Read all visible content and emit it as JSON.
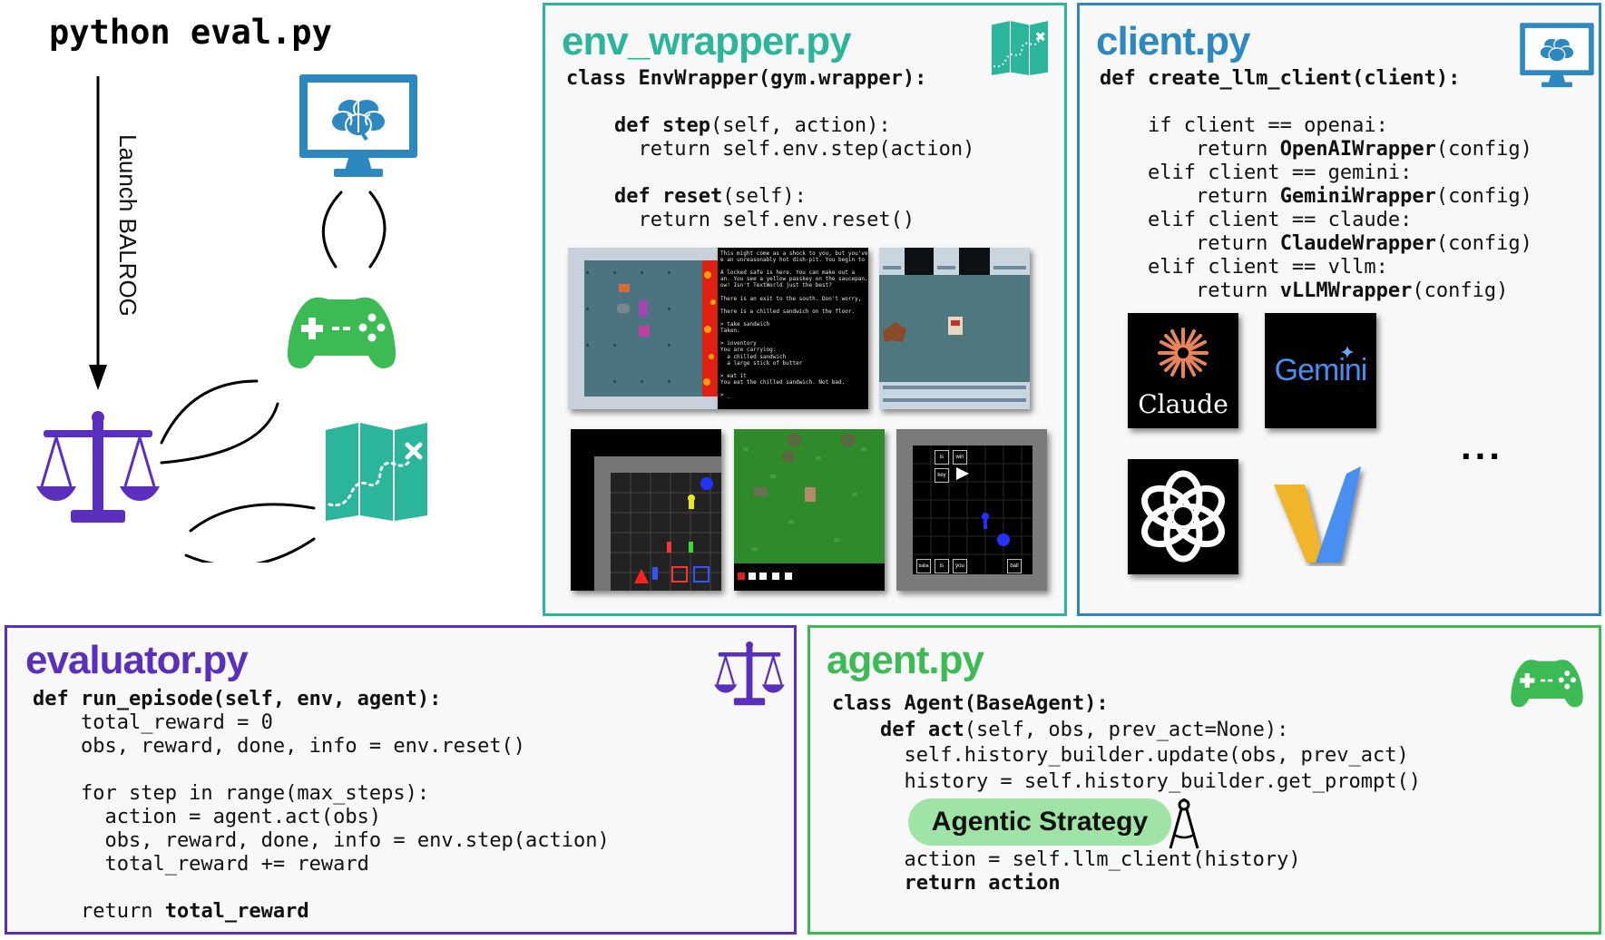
{
  "command": "python eval.py",
  "arrow_label": "Launch BALROG",
  "env_panel": {
    "title": "env_wrapper.py",
    "code": [
      [
        [
          "class EnvWrapper(gym.wrapper):",
          true
        ]
      ],
      [
        [
          "",
          false
        ]
      ],
      [
        [
          "    ",
          false
        ],
        [
          "def step",
          true
        ],
        [
          "(self, action):",
          false
        ]
      ],
      [
        [
          "      return self.env.step(action)",
          false
        ]
      ],
      [
        [
          "",
          false
        ]
      ],
      [
        [
          "    ",
          false
        ],
        [
          "def reset",
          true
        ],
        [
          "(self):",
          false
        ]
      ],
      [
        [
          "      return self.env.reset()",
          false
        ]
      ]
    ],
    "text_game_lines": [
      "This might come as a shock to you, but you've",
      "e an unreasonably hot dish-pit. You begin to",
      "",
      "A locked safe is here. You can make out a",
      "an. You see a yellow passkey on the saucepan.",
      "ow! Isn't TextWorld just the best?",
      "",
      "There is an exit to the south. Don't worry,",
      "",
      "There is a chilled sandwich on the floor.",
      "",
      "> take sandwich",
      "Taken.",
      "",
      "> inventory",
      "You are carrying:",
      "  a chilled sandwich",
      "  a large stick of butter",
      "",
      "> eat it",
      "You eat the chilled sandwich. Not bad.",
      "",
      "> _"
    ],
    "babaisyou_words": [
      "is",
      "win",
      "key",
      "baba",
      "is",
      "you",
      "ball"
    ]
  },
  "client_panel": {
    "title": "client.py",
    "code": [
      [
        [
          "def create_llm_client(client):",
          true
        ]
      ],
      [
        [
          "",
          false
        ]
      ],
      [
        [
          "    if client == openai:",
          false
        ]
      ],
      [
        [
          "        return ",
          false
        ],
        [
          "OpenAIWrapper",
          true
        ],
        [
          "(config)",
          false
        ]
      ],
      [
        [
          "    elif client == gemini:",
          false
        ]
      ],
      [
        [
          "        return ",
          false
        ],
        [
          "GeminiWrapper",
          true
        ],
        [
          "(config)",
          false
        ]
      ],
      [
        [
          "    elif client == claude:",
          false
        ]
      ],
      [
        [
          "        return ",
          false
        ],
        [
          "ClaudeWrapper",
          true
        ],
        [
          "(config)",
          false
        ]
      ],
      [
        [
          "    elif client == vllm:",
          false
        ]
      ],
      [
        [
          "        return ",
          false
        ],
        [
          "vLLMWrapper",
          true
        ],
        [
          "(config)",
          false
        ]
      ]
    ],
    "logos": {
      "claude": "Claude",
      "gemini": "Gemini"
    },
    "ellipsis": "..."
  },
  "evaluator_panel": {
    "title": "evaluator.py",
    "code": [
      [
        [
          "def run_episode(self, env, agent):",
          true
        ]
      ],
      [
        [
          "    total_reward = 0",
          false
        ]
      ],
      [
        [
          "    obs, reward, done, info = env.reset()",
          false
        ]
      ],
      [
        [
          "",
          false
        ]
      ],
      [
        [
          "    for step in range(max_steps):",
          false
        ]
      ],
      [
        [
          "      action = agent.act(obs)",
          false
        ]
      ],
      [
        [
          "      obs, reward, done, info = env.step(action)",
          false
        ]
      ],
      [
        [
          "      total_reward += reward",
          false
        ]
      ],
      [
        [
          "",
          false
        ]
      ],
      [
        [
          "    return ",
          false
        ],
        [
          "total_reward",
          true
        ]
      ]
    ]
  },
  "agent_panel": {
    "title": "agent.py",
    "code_top": [
      [
        [
          "class Agent(BaseAgent):",
          true
        ]
      ],
      [
        [
          "    ",
          false
        ],
        [
          "def act",
          true
        ],
        [
          "(self, obs, prev_act=None):",
          false
        ]
      ],
      [
        [
          "      self.history_builder.update(obs, prev_act)",
          false
        ]
      ],
      [
        [
          "      history = self.history_builder.get_prompt()",
          false
        ]
      ]
    ],
    "strategy_label": "Agentic Strategy",
    "code_bottom": [
      [
        [
          "      action = self.llm_client(history)",
          false
        ]
      ],
      [
        [
          "      ",
          false
        ],
        [
          "return action",
          true
        ]
      ]
    ]
  },
  "colors": {
    "env_teal": "#2bb59a",
    "client_blue": "#2e88c0",
    "evaluator_purple": "#5b2fbe",
    "agent_green": "#3cbb55",
    "strategy_pill": "#9fe3a6",
    "claude_orange": "#e8845a",
    "gemini_blue": "#4a8df0",
    "vllm_yellow": "#f0b52a",
    "vllm_blue": "#4a8ff0"
  },
  "icons": [
    "brain-monitor-icon",
    "gamepad-icon",
    "map-icon",
    "scales-icon",
    "compass-icon",
    "openai-icon",
    "claude-star-icon",
    "vllm-icon"
  ]
}
